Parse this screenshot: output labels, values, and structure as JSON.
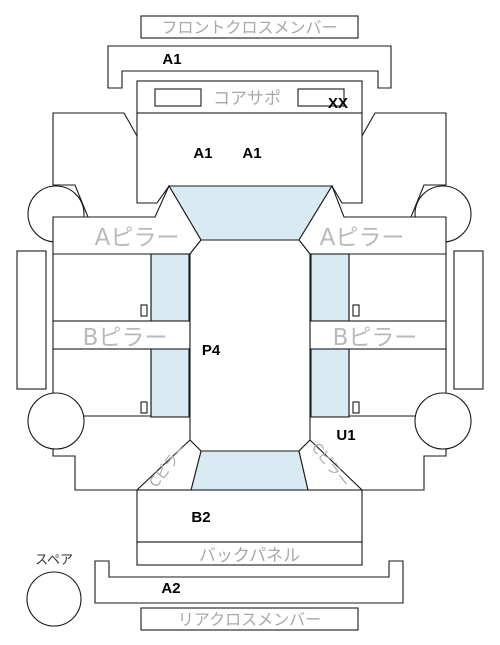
{
  "labels": {
    "front_cross_member": "フロントクロスメンバー",
    "core_support": "コアサポ",
    "a_pillar_left": "Aピラー",
    "a_pillar_right": "Aピラー",
    "b_pillar_left": "Bピラー",
    "b_pillar_right": "Bピラー",
    "c_pillar_left": "Cピラー",
    "c_pillar_right": "Cピラー",
    "back_panel": "バックパネル",
    "spare": "スペア",
    "rear_cross_member": "リアクロスメンバー"
  },
  "codes": {
    "front_member": "A1",
    "core_support": "XX",
    "hood_left": "A1",
    "hood_right": "A1",
    "cabin": "P4",
    "right_rear": "U1",
    "trunk": "B2",
    "rear_member": "A2"
  }
}
